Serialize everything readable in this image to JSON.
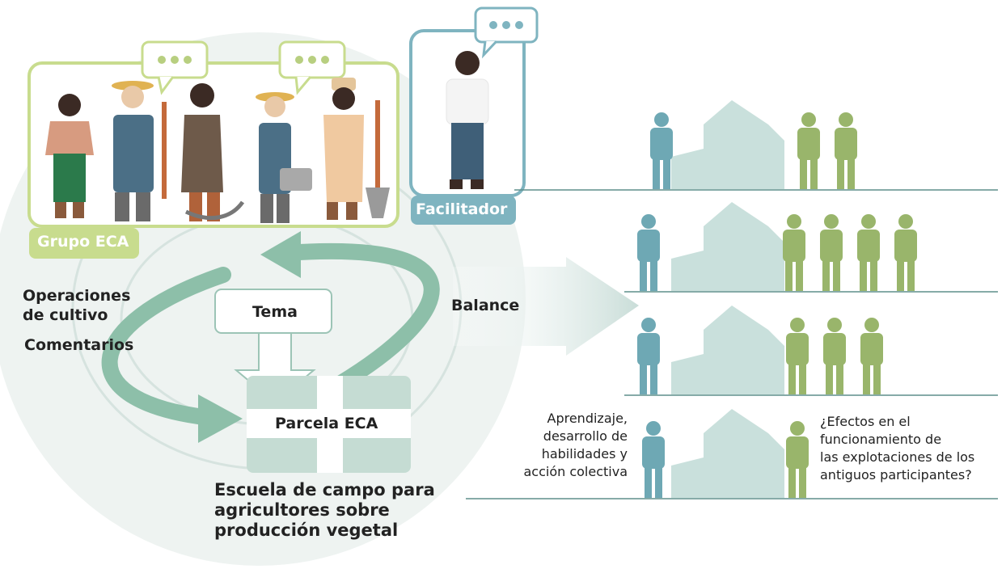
{
  "group": {
    "label": "Grupo ECA"
  },
  "facilitator": {
    "label": "Facilitador"
  },
  "cycle": {
    "operations": [
      "Operaciones",
      "de cultivo"
    ],
    "comments": "Comentarios",
    "balance": "Balance",
    "topic": "Tema",
    "plot": "Parcela ECA"
  },
  "school_title": [
    "Escuela de campo para",
    "agricultores sobre",
    "producción vegetal"
  ],
  "outcomes": {
    "learning": [
      "Aprendizaje,",
      "desarrollo de",
      "habilidades y",
      "acción colectiva"
    ],
    "effects": [
      "¿Efectos en el",
      "funcionamiento de",
      "las explotaciones de los",
      "antiguos participantes?"
    ]
  },
  "households": [
    {
      "teal_people": 1,
      "green_people": 2
    },
    {
      "teal_people": 1,
      "green_people": 4
    },
    {
      "teal_people": 1,
      "green_people": 3
    },
    {
      "teal_people": 1,
      "green_people": 1
    }
  ],
  "colors": {
    "circle_fill": "#eef3f1",
    "ring": "#d6e3df",
    "cycle_arrow": "#8dbfa9",
    "group_frame": "#c8dc8e",
    "facilitator_frame": "#7fb4c0",
    "teal_person": "#6ea8b4",
    "green_person": "#99b56b",
    "house": "#c9e0dc",
    "plot": "#c5dcd3",
    "line": "#5f8f8c"
  },
  "icons": [
    "farmer-icon",
    "speech-bubble-icon",
    "house-icon",
    "person-icon",
    "arrow-icon"
  ]
}
